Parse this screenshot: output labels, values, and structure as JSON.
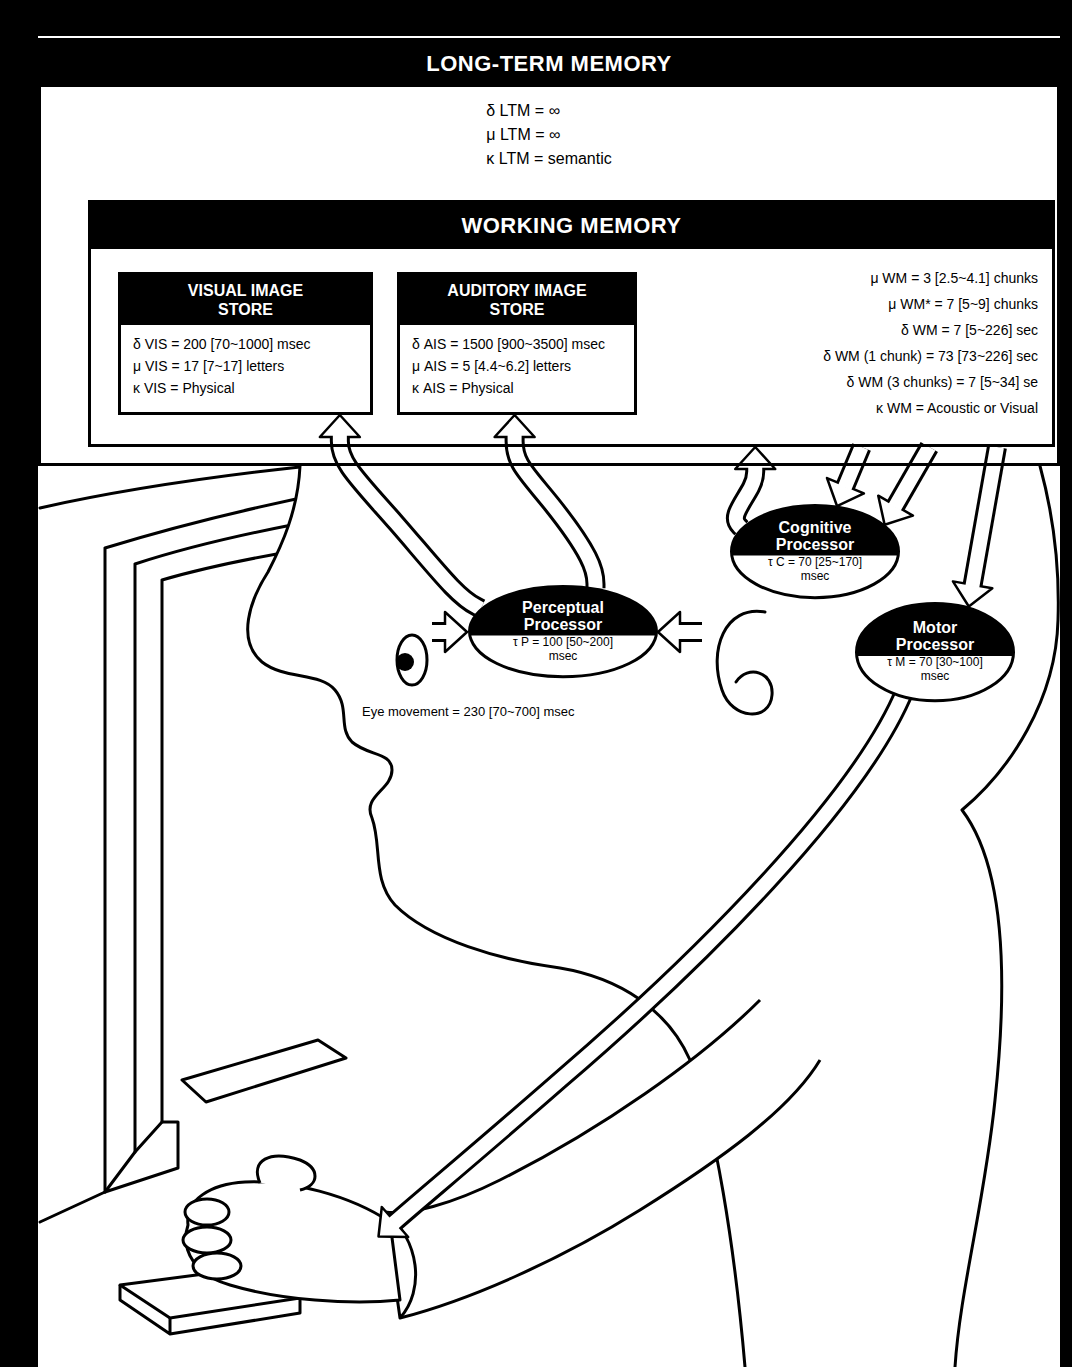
{
  "diagram": {
    "nodes": [
      {
        "text": [
          "LONG-TERM MEMORY",
          "δ LTM = ∞",
          "μ LTM = ∞",
          "κ LTM = semantic"
        ]
      },
      {
        "text": [
          "WORKING MEMORY",
          "μ WM = 3 [2.5~4.1] chunks",
          "μ WM* = 7 [5~9] chunks",
          "δ WM = 7 [5~226] sec",
          "δ WM (1 chunk) = 73 [73~226] sec",
          "δ WM (3 chunks) = 7 [5~34] se",
          "κ WM = Acoustic or Visual"
        ],
        "in": 0
      },
      {
        "text": [
          "VISUAL IMAGE STORE",
          "δ VIS = 200 [70~1000] msec",
          "μ VIS = 17 [7~17] letters",
          "κ VIS = Physical"
        ],
        "in": 1
      },
      {
        "text": [
          "AUDITORY IMAGE STORE",
          "δ AIS = 1500 [900~3500] msec",
          "μ AIS = 5 [4.4~6.2] letters",
          "κ AIS = Physical"
        ],
        "in": 1
      },
      {
        "text": [
          "Perceptual Processor",
          "τ P = 100 [50~200] msec"
        ]
      },
      {
        "text": [
          "Cognitive Processor",
          "τ C = 70 [25~170] msec"
        ]
      },
      {
        "text": [
          "Motor Processor",
          "τ M = 70 [30~100] msec"
        ]
      }
    ],
    "edges": [
      {
        "from": 4,
        "to": 2,
        "arrow": "to"
      },
      {
        "from": 4,
        "to": 3,
        "arrow": "to"
      },
      {
        "from": 5,
        "to": 1,
        "arrow": "to"
      },
      {
        "from": 1,
        "to": 5,
        "arrow": "to"
      },
      {
        "from": 1,
        "to": 5,
        "arrow": "to"
      },
      {
        "from": 1,
        "to": 6,
        "arrow": "to"
      }
    ],
    "labels": [
      "Eye movement = 230 [70~700] msec"
    ]
  }
}
